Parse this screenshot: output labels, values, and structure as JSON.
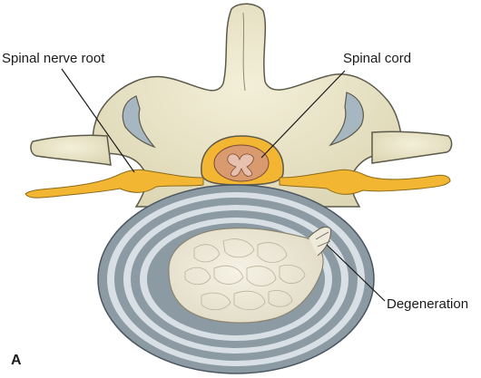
{
  "labels": {
    "spinal_nerve_root": "Spinal nerve root",
    "spinal_cord": "Spinal cord",
    "degeneration": "Degeneration",
    "panel": "A"
  },
  "colors": {
    "bone": "#e9e4c6",
    "bone_outline": "#5c5a4a",
    "nerve": "#f2b632",
    "cord": "#d99a70",
    "disc_ring_dark": "#8c9aa3",
    "disc_ring_light": "#d8e0e5",
    "nucleus": "#eeeadb"
  }
}
